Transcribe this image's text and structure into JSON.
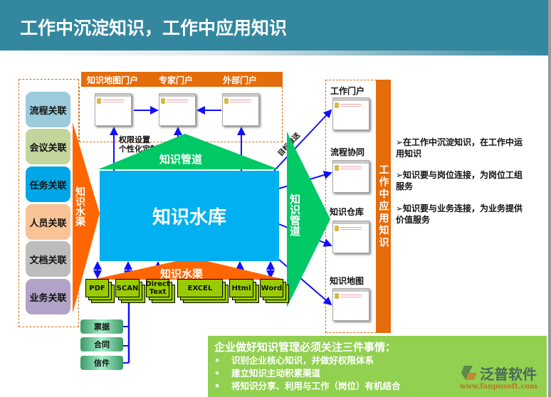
{
  "header": {
    "title": "工作中沉淀知识，工作中应用知识"
  },
  "left_relations": [
    {
      "label": "流程关联",
      "color": "#9ccbdc"
    },
    {
      "label": "会议关联",
      "color": "#c4d59c"
    },
    {
      "label": "任务关联",
      "color": "#00a6e6"
    },
    {
      "label": "人员关联",
      "color": "#f8c396"
    },
    {
      "label": "文档关联",
      "color": "#bdbdbd"
    },
    {
      "label": "业务关联",
      "color": "#b3a2c7"
    }
  ],
  "left_arrow_label": "知识水渠",
  "top_portals": {
    "labels": [
      "知识地图门户",
      "专家门户",
      "外部门户"
    ],
    "note_lines": [
      "权限设置",
      "个性化定制"
    ]
  },
  "top_arrow_label": "知识管道",
  "repository_label": "知识水库",
  "bottom_arrow_label": "知识水渠",
  "file_types": [
    "PDF",
    "SCAN",
    "Direct Text",
    "EXCEL",
    "Html",
    "Word"
  ],
  "scan_sources": [
    "票据",
    "合同",
    "信件"
  ],
  "right_arrow_label": "知识管道",
  "push_label": "目标推送",
  "right_portals": [
    "工作门户",
    "流程协同",
    "知识仓库",
    "知识地图"
  ],
  "right_bar_label": "工作中应用知识",
  "bullets": [
    "➢在工作中沉淀知识，在工作中运用知识",
    "➢知识要与岗位连接，为岗位工组服务",
    "➢知识要与业务连接，为业务提供价值服务"
  ],
  "summary": {
    "title": "企业做好知识管理必须关注三件事情：",
    "items": [
      "识别企业核心知识，并做好权限体系",
      "建立知识主动积累渠道",
      "将知识分享、利用与工作（岗位）有机结合"
    ]
  },
  "logo": {
    "name": "泛普软件",
    "url": "www.fanpusoft.com"
  },
  "colors": {
    "header": "#33879e",
    "orange": "#e46c0a",
    "green": "#00c864",
    "blue": "#00b0f0",
    "lime": "#99cc00",
    "summary": "#92d050"
  }
}
